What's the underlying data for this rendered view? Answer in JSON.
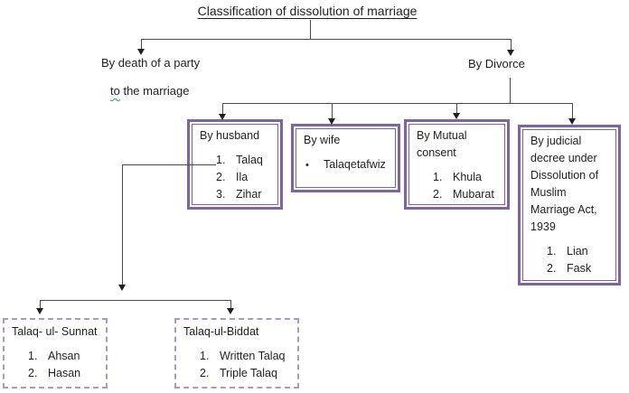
{
  "title": "Classification of dissolution of marriage",
  "branches": {
    "death": {
      "line1": "By death of a party",
      "line2_word": "to",
      "line2_rest": " the marriage"
    },
    "divorce": {
      "label": "By Divorce"
    }
  },
  "nodes": [
    {
      "title": "By husband",
      "items": [
        {
          "n": "1.",
          "t": "Talaq"
        },
        {
          "n": "2.",
          "t": "Ila"
        },
        {
          "n": "3.",
          "t": "Zihar"
        }
      ]
    },
    {
      "title": "By wife",
      "items": [
        {
          "n": "•",
          "t": "Talaqetafwiz"
        }
      ]
    },
    {
      "title": "By Mutual consent",
      "items": [
        {
          "n": "1.",
          "t": "Khula"
        },
        {
          "n": "2.",
          "t": "Mubarat"
        }
      ]
    },
    {
      "title": "By judicial decree under Dissolution of Muslim Marriage Act, 1939",
      "items": [
        {
          "n": "1.",
          "t": "Lian"
        },
        {
          "n": "2.",
          "t": "Fask"
        }
      ]
    }
  ],
  "sub_nodes": [
    {
      "title": "Talaq- ul- Sunnat",
      "items": [
        {
          "n": "1.",
          "t": "Ahsan"
        },
        {
          "n": "2.",
          "t": "Hasan"
        }
      ]
    },
    {
      "title": "Talaq-ul-Biddat",
      "items": [
        {
          "n": "1.",
          "t": "Written Talaq"
        },
        {
          "n": "2.",
          "t": "Triple Talaq"
        }
      ]
    }
  ],
  "colors": {
    "box_border": "#8064A2",
    "dashed_border": "#A79AC9",
    "connector": "#4a4a4a",
    "text": "#1f1f1f",
    "squiggle": "#2ba84a"
  }
}
